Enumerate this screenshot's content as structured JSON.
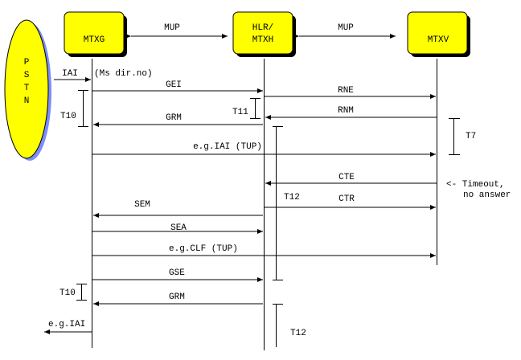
{
  "colors": {
    "node_fill": "#ffff00",
    "node_shadow": "#000000",
    "pstn_shadow": "#7b8cff",
    "line": "#000000"
  },
  "pstn": {
    "label": "P S T N",
    "letters": [
      "P",
      "S",
      "T",
      "N"
    ]
  },
  "nodes": [
    {
      "id": "mtxg",
      "label_lines": [
        "MTXG"
      ]
    },
    {
      "id": "hlr",
      "label_lines": [
        "HLR/",
        "MTXH"
      ]
    },
    {
      "id": "mtxv",
      "label_lines": [
        "MTXV"
      ]
    }
  ],
  "links": [
    {
      "label": "MUP",
      "between": [
        "MTXG",
        "HLR/MTXH"
      ]
    },
    {
      "label": "MUP",
      "between": [
        "HLR/MTXH",
        "MTXV"
      ]
    }
  ],
  "messages": [
    {
      "label": "IAI",
      "from": "PSTN",
      "to": "MTXG"
    },
    {
      "label": "GEI",
      "from": "MTXG",
      "to": "HLR"
    },
    {
      "label": "RNE",
      "from": "HLR",
      "to": "MTXV"
    },
    {
      "label": "RNM",
      "from": "MTXV",
      "to": "HLR"
    },
    {
      "label": "GRM",
      "from": "HLR",
      "to": "MTXG"
    },
    {
      "label": "e.g.IAI (TUP)",
      "from": "MTXG",
      "to": "MTXV"
    },
    {
      "label": "CTE",
      "from": "MTXV",
      "to": "HLR"
    },
    {
      "label": "CTR",
      "from": "HLR",
      "to": "MTXV"
    },
    {
      "label": "SEM",
      "from": "HLR",
      "to": "MTXG"
    },
    {
      "label": "SEA",
      "from": "MTXG",
      "to": "HLR"
    },
    {
      "label": "e.g.CLF (TUP)",
      "from": "MTXG",
      "to": "MTXV"
    },
    {
      "label": "GSE",
      "from": "MTXG",
      "to": "HLR"
    },
    {
      "label": "GRM",
      "from": "HLR",
      "to": "MTXG"
    },
    {
      "label": "e.g.IAI",
      "from": "MTXG",
      "to": "PSTN"
    }
  ],
  "annotations": {
    "ms_dir_no": "(Ms dir.no)",
    "timeout_line1": "<- Timeout,",
    "timeout_line2": "no answer"
  },
  "timers": [
    {
      "label": "T10"
    },
    {
      "label": "T11"
    },
    {
      "label": "T7"
    },
    {
      "label": "T12"
    },
    {
      "label": "T10"
    },
    {
      "label": "T12"
    }
  ]
}
